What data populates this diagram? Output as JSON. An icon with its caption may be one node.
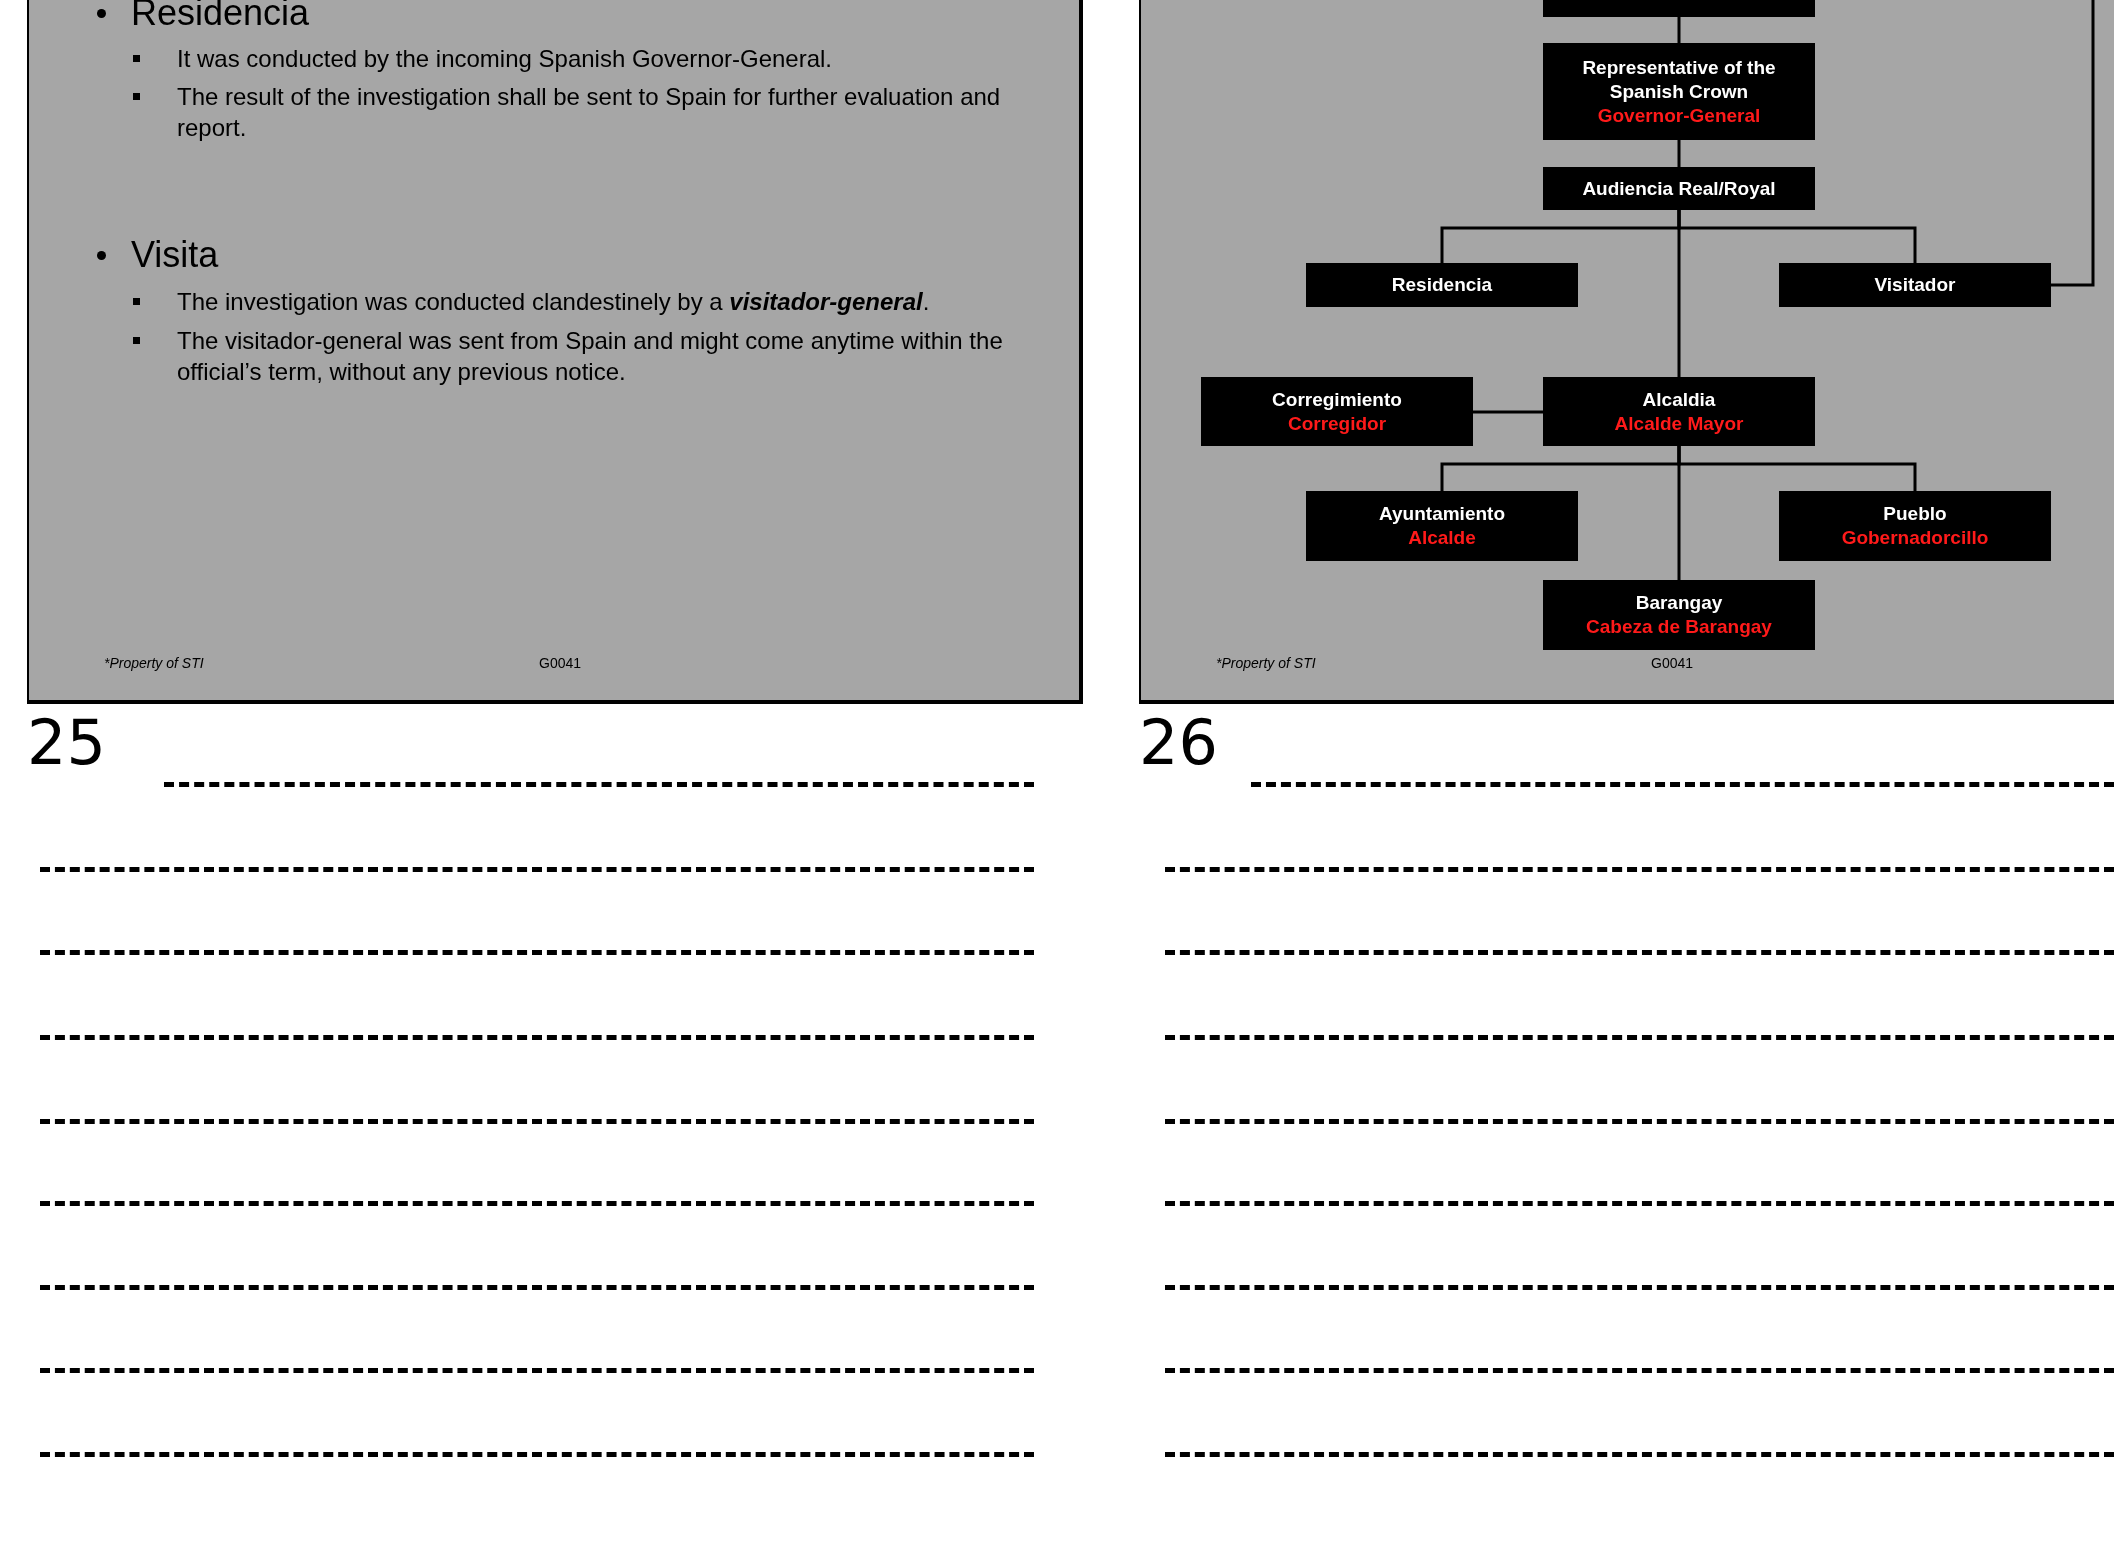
{
  "diagram": {
    "nodes": [
      {
        "text": [],
        "shape": "box"
      },
      {
        "text": [
          "Representative of the Spanish Crown",
          "Governor-General"
        ]
      },
      {
        "text": [
          "Audiencia Real/Royal"
        ]
      },
      {
        "text": [
          "Residencia"
        ]
      },
      {
        "text": [
          "Visitador"
        ]
      },
      {
        "text": [
          "Corregimiento",
          "Corregidor"
        ]
      },
      {
        "text": [
          "Alcaldia",
          "Alcalde Mayor"
        ]
      },
      {
        "text": [
          "Ayuntamiento",
          "Alcalde"
        ]
      },
      {
        "text": [
          "Pueblo",
          "Gobernadorcillo"
        ]
      },
      {
        "text": [
          "Barangay",
          "Cabeza de Barangay"
        ]
      }
    ],
    "edges": [
      {
        "from": 0,
        "to": 1,
        "arrow": "none"
      },
      {
        "from": 1,
        "to": 2,
        "arrow": "none"
      },
      {
        "from": 2,
        "to": 3,
        "arrow": "none"
      },
      {
        "from": 2,
        "to": 4,
        "arrow": "none"
      },
      {
        "from": 2,
        "to": 6,
        "arrow": "none"
      },
      {
        "from": 5,
        "to": 6,
        "arrow": "none"
      },
      {
        "from": 6,
        "to": 7,
        "arrow": "none"
      },
      {
        "from": 6,
        "to": 8,
        "arrow": "none"
      },
      {
        "from": 6,
        "to": 9,
        "arrow": "none"
      },
      {
        "from": 4,
        "to": null,
        "arrow": "none"
      }
    ],
    "labels": [
      "Residencia",
      "It was conducted by the incoming Spanish Governor-General.",
      "The result of the investigation shall be sent to Spain for further evaluation and report.",
      "Visita",
      "The investigation was conducted clandestinely by a **visitador-general**.",
      "The visitador-general was sent from Spain and might come anytime within the official’s term, without any previous notice.",
      "*Property of STI",
      "G0041",
      "25",
      "*Property of STI",
      "G0041",
      "26"
    ]
  }
}
